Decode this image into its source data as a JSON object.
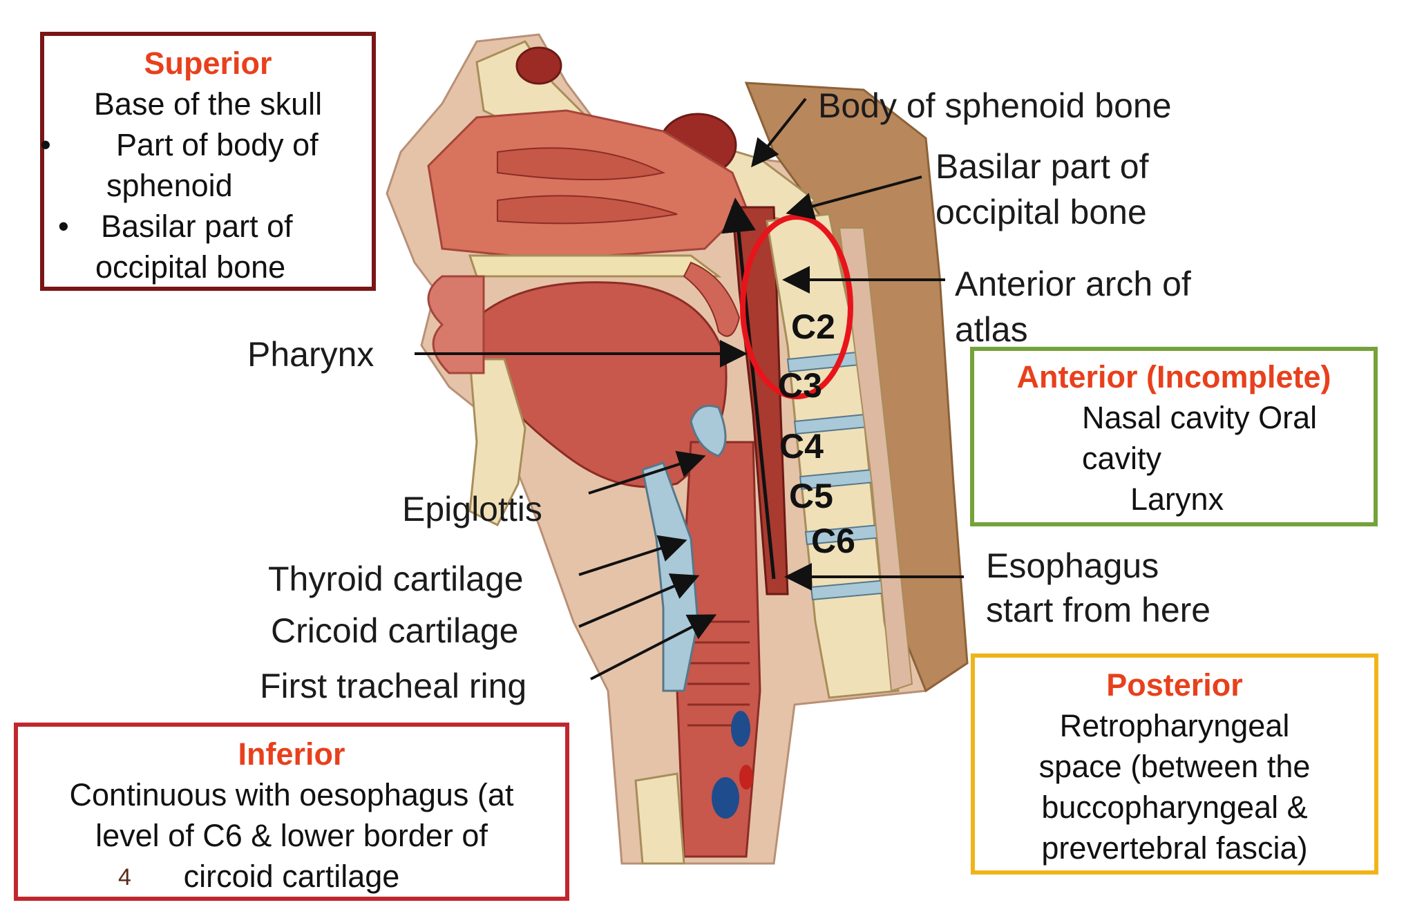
{
  "superior": {
    "title": "Superior",
    "line1": "Base of the skull",
    "bullet1_a": "Part of body of",
    "bullet1_b": "sphenoid",
    "bullet2_a": "Basilar  part of",
    "bullet2_b": "occipital bone",
    "bullet_char": "•"
  },
  "anterior": {
    "title": "Anterior (Incomplete)",
    "line1": "Nasal cavity  Oral",
    "line2": "cavity",
    "line3": "Larynx"
  },
  "posterior": {
    "title": "Posterior",
    "line1": "Retropharyngeal",
    "line2": "space (between the",
    "line3": "buccopharyngeal &",
    "line4": "prevertebral fascia)"
  },
  "inferior": {
    "title": "Inferior",
    "line1": "Continuous with oesophagus  (at",
    "line2": "level of C6 & lower border of",
    "line3": "circoid cartilage",
    "slide_number": "4"
  },
  "labels": {
    "sphenoid": "Body of sphenoid bone",
    "basilar_a": "Basilar part of",
    "basilar_b": "occipital bone",
    "atlas_a": "Anterior arch of",
    "atlas_b": "atlas",
    "pharynx": "Pharynx",
    "epiglottis": "Epiglottis",
    "thyroid": "Thyroid cartilage",
    "cricoid": "Cricoid cartilage",
    "trachea": "First tracheal ring",
    "esophagus_a": "Esophagus",
    "esophagus_b": "start from here"
  },
  "vertebrae": [
    "C2",
    "C3",
    "C4",
    "C5",
    "C6"
  ],
  "colors": {
    "heading": "#e8401c",
    "superior_border": "#7a1616",
    "anterior_border": "#74a33a",
    "posterior_border": "#f0b41b",
    "inferior_border": "#c0272d",
    "highlight_ellipse": "#e8141b"
  }
}
